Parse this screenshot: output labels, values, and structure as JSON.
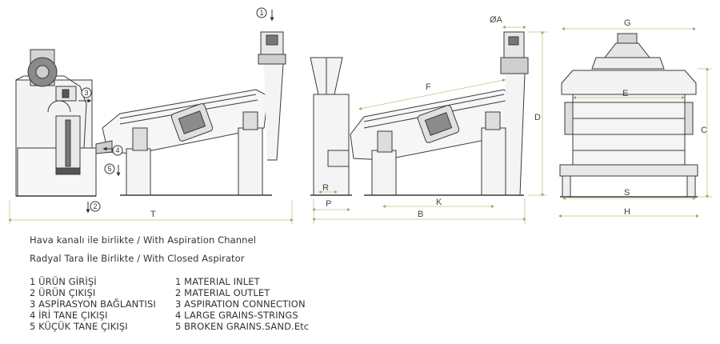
{
  "colors": {
    "dimension_line": "#b9c98a",
    "machine_line": "#3a3a3a",
    "fill": "#d9d9d9",
    "dark_fill": "#5a5a5a"
  },
  "dimensions": {
    "A": "ØA",
    "B": "B",
    "C": "C",
    "D": "D",
    "E": "E",
    "F": "F",
    "G": "G",
    "H": "H",
    "K": "K",
    "P": "P",
    "R": "R",
    "S": "S",
    "T": "T"
  },
  "callouts": {
    "c1": "1",
    "c2": "2",
    "c3": "3",
    "c4": "4",
    "c5": "5"
  },
  "captions": {
    "line1": "Hava kanalı ile birlikte / With Aspiration Channel",
    "line2": "Radyal Tara İle Birlikte / With Closed Aspirator"
  },
  "legend_tr": [
    "1 ÜRÜN GİRİŞİ",
    "2 ÜRÜN ÇIKIŞI",
    "3 ASPİRASYON BAĞLANTISI",
    "4 İRİ TANE ÇIKIŞI",
    "5 KÜÇÜK TANE ÇIKIŞI"
  ],
  "legend_en": [
    "1  MATERIAL INLET",
    "2  MATERIAL OUTLET",
    "3  ASPIRATION CONNECTION",
    "4  LARGE GRAINS-STRINGS",
    "5  BROKEN GRAINS.SAND.Etc"
  ]
}
